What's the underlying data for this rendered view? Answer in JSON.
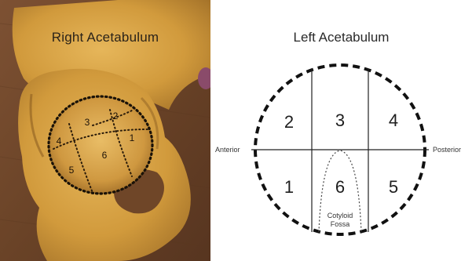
{
  "photo": {
    "title": "Right Acetabulum",
    "zones": [
      "1",
      "2",
      "3",
      "4",
      "5",
      "6"
    ]
  },
  "diagram": {
    "title": "Left Acetabulum",
    "anterior_label": "Anterior",
    "posterior_label": "Posterior",
    "fossa_label_line1": "Cotyloid",
    "fossa_label_line2": "Fossa",
    "zones": {
      "top_left": "2",
      "top_center": "3",
      "top_right": "4",
      "bottom_left": "1",
      "bottom_center": "6",
      "bottom_right": "5"
    }
  },
  "colors": {
    "bone": "#d9a13e",
    "bone_shadow": "#a8762a",
    "table": "#6b4428",
    "ink": "#1e1e1e"
  }
}
